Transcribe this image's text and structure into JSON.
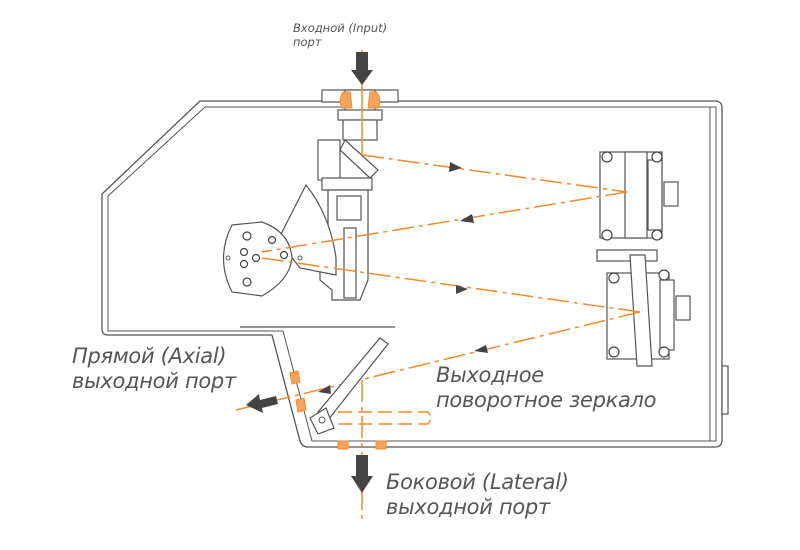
{
  "labels": {
    "input_port": {
      "line1": "Входной (Input)",
      "line2": "порт"
    },
    "axial_port": {
      "line1": "Прямой (Axial)",
      "line2": "выходной порт"
    },
    "turning_mirror": {
      "line1": "Выходное",
      "line2": "поворотное зеркало"
    },
    "lateral_port": {
      "line1": "Боковой (Lateral)",
      "line2": "выходной порт"
    }
  },
  "colors": {
    "beam": "#f28a2e",
    "outline": "#555555",
    "arrow": "#444444",
    "text": "#555555"
  },
  "beam_directions": [
    "in",
    "to-grating",
    "to-upper-mirror-return",
    "to-lower-mirror",
    "to-output",
    "axial-out",
    "lateral-out"
  ]
}
